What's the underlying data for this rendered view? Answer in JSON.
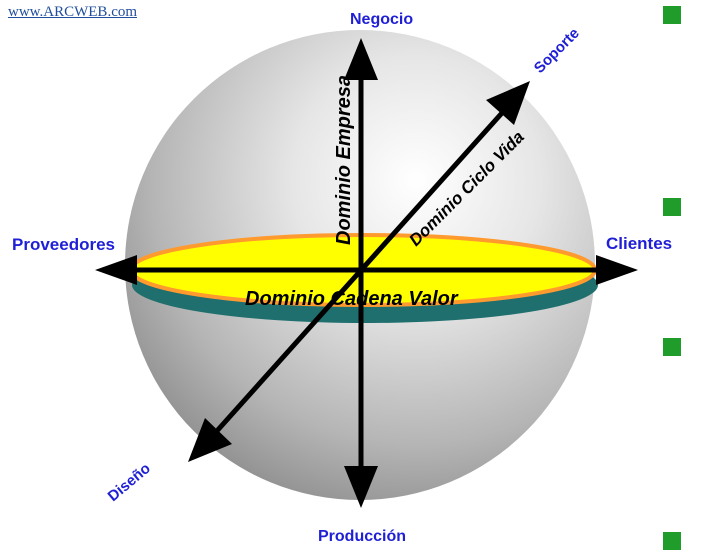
{
  "header": {
    "link_text": "www.ARCWEB.com"
  },
  "labels": {
    "top": "Negocio",
    "bottom": "Producción",
    "left": "Proveedores",
    "right": "Clientes",
    "upper_right": "Soporte",
    "lower_left": "Diseño"
  },
  "domains": {
    "vertical": "Dominio Empresa",
    "diagonal": "Dominio Ciclo Vida",
    "horizontal": "Dominio Cadena Valor"
  },
  "colors": {
    "label_blue": "#1f1fd6",
    "disk_fill": "#ffff00",
    "disk_rim": "#ff9a2e",
    "disk_shadow": "#1f6f6f",
    "bullet_green": "#1f9c2a"
  }
}
